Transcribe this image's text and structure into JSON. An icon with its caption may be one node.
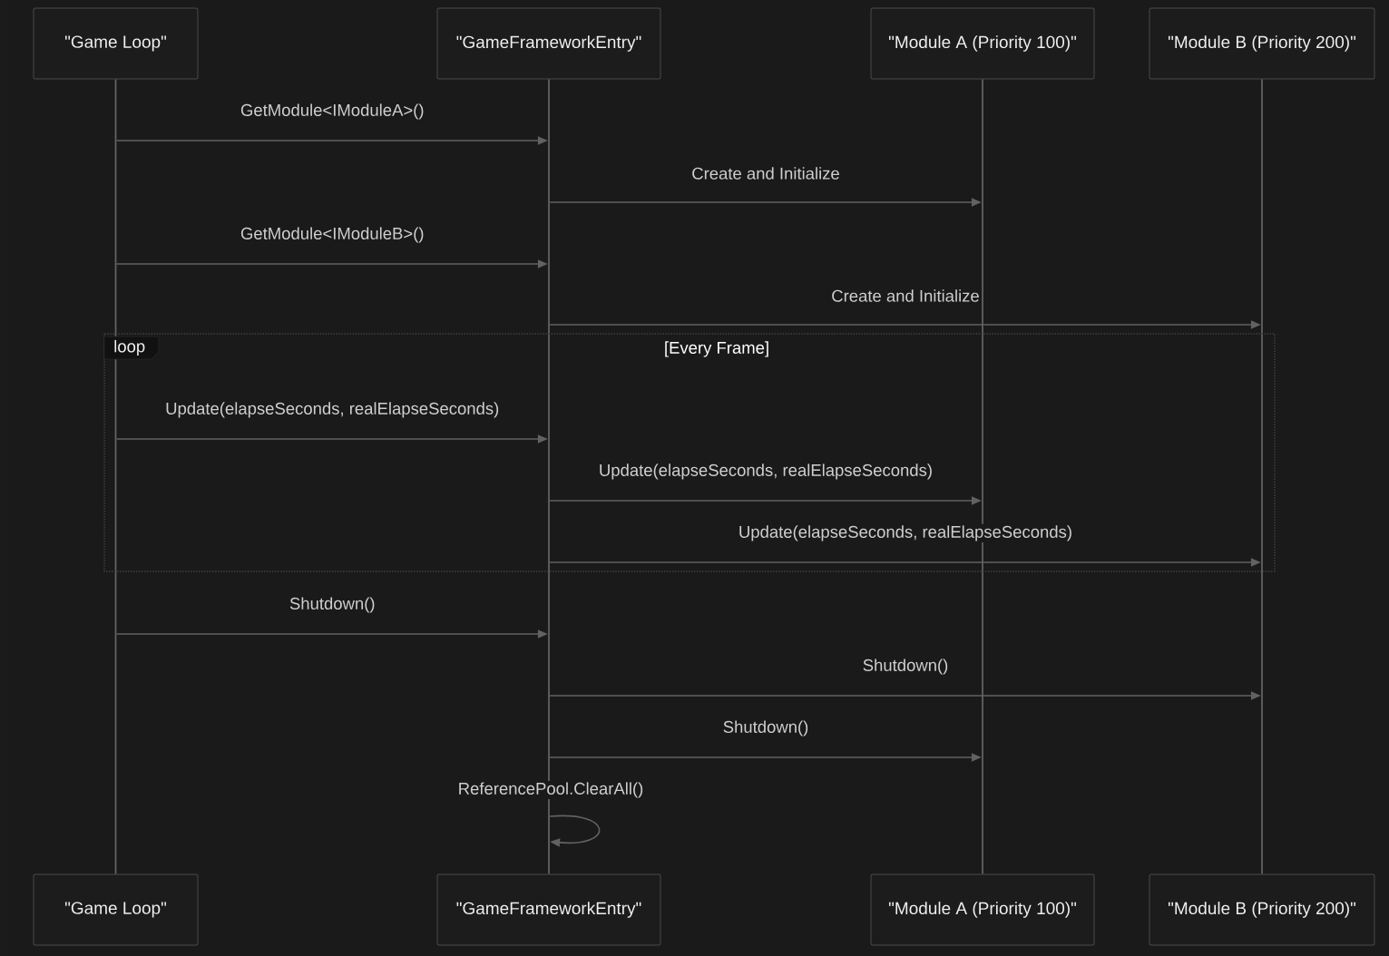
{
  "diagram": {
    "nodes": [
      {
        "text": [
          "\"Game Loop\""
        ]
      },
      {
        "text": [
          "\"GameFrameworkEntry\""
        ]
      },
      {
        "text": [
          "\"Module A (Priority 100)\""
        ]
      },
      {
        "text": [
          "\"Module B (Priority 200)\""
        ]
      },
      {
        "text": [],
        "shape": "bar"
      },
      {
        "text": [],
        "shape": "bar"
      },
      {
        "text": [],
        "shape": "bar"
      },
      {
        "text": [],
        "shape": "bar"
      },
      {
        "text": [
          "\"Game Loop\""
        ]
      },
      {
        "text": [
          "\"GameFrameworkEntry\""
        ]
      },
      {
        "text": [
          "\"Module A (Priority 100)\""
        ]
      },
      {
        "text": [
          "\"Module B (Priority 200)\""
        ]
      }
    ],
    "edges": [
      {
        "from": 4,
        "to": 5,
        "arrow": "to",
        "label": "GetModule<IModuleA>()"
      },
      {
        "from": 5,
        "to": 6,
        "arrow": "to",
        "label": "Create and Initialize"
      },
      {
        "from": 4,
        "to": 5,
        "arrow": "to",
        "label": "GetModule<IModuleB>()"
      },
      {
        "from": 5,
        "to": 7,
        "arrow": "to",
        "label": "Create and Initialize"
      },
      {
        "from": 4,
        "to": 5,
        "arrow": "to",
        "label": "Update(elapseSeconds, realElapseSeconds)"
      },
      {
        "from": 5,
        "to": 6,
        "arrow": "to",
        "label": "Update(elapseSeconds, realElapseSeconds)"
      },
      {
        "from": 5,
        "to": 7,
        "arrow": "to",
        "label": "Update(elapseSeconds, realElapseSeconds)"
      },
      {
        "from": 4,
        "to": 5,
        "arrow": "to",
        "label": "Shutdown()"
      },
      {
        "from": 5,
        "to": 7,
        "arrow": "to",
        "label": "Shutdown()"
      },
      {
        "from": 5,
        "to": 6,
        "arrow": "to",
        "label": "Shutdown()"
      },
      {
        "from": 5,
        "to": 5,
        "arrow": "to",
        "label": "ReferencePool.ClearAll()"
      }
    ],
    "labels": [
      "loop",
      "[Every Frame]"
    ]
  }
}
